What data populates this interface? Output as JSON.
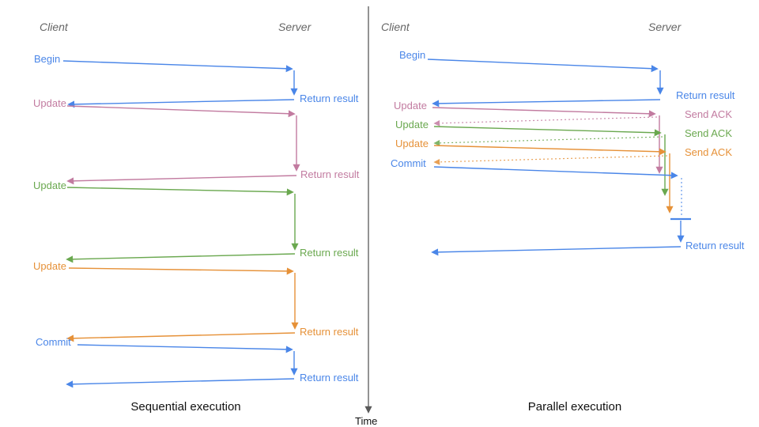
{
  "colors": {
    "blue": "#4a86e8",
    "pink": "#c27ba0",
    "green": "#6aa84f",
    "orange": "#e69138",
    "axis": "#595959",
    "header": "#666666",
    "caption": "#111111"
  },
  "time_axis": {
    "label": "Time"
  },
  "left": {
    "client_header": "Client",
    "server_header": "Server",
    "caption": "Sequential execution",
    "rows": [
      {
        "label": "Begin",
        "color": "blue",
        "result": "Return result"
      },
      {
        "label": "Update",
        "color": "pink",
        "result": "Return result"
      },
      {
        "label": "Update",
        "color": "green",
        "result": "Return result"
      },
      {
        "label": "Update",
        "color": "orange",
        "result": "Return result"
      },
      {
        "label": "Commit",
        "color": "blue",
        "result": "Return result"
      }
    ]
  },
  "right": {
    "client_header": "Client",
    "server_header": "Server",
    "caption": "Parallel execution",
    "rows": [
      {
        "label": "Begin",
        "color": "blue",
        "result": "Return result"
      },
      {
        "label": "Update",
        "color": "pink",
        "ack": "Send ACK"
      },
      {
        "label": "Update",
        "color": "green",
        "ack": "Send ACK"
      },
      {
        "label": "Update",
        "color": "orange",
        "ack": "Send ACK"
      },
      {
        "label": "Commit",
        "color": "blue",
        "result": "Return result"
      }
    ]
  }
}
